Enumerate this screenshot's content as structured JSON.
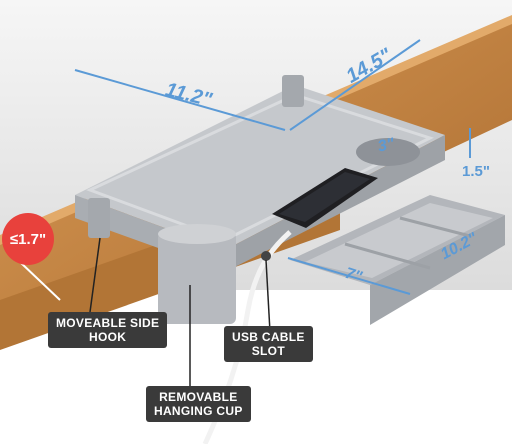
{
  "dimensions": {
    "width": "11.2\"",
    "depth": "14.5\"",
    "cup_hole": "3\"",
    "height": "1.5\"",
    "drawer_width": "7\"",
    "drawer_depth": "10.2\"",
    "gap": "≤1.7\""
  },
  "callouts": {
    "hook": {
      "line1": "MOVEABLE SIDE",
      "line2": "HOOK"
    },
    "usb": {
      "line1": "USB CABLE",
      "line2": "SLOT"
    },
    "cup": {
      "line1": "REMOVABLE",
      "line2": "HANGING CUP"
    }
  },
  "colors": {
    "dimension": "#5b9ad6",
    "badge": "#e8413c",
    "callout_bg": "#3a3a3a",
    "tray": "#b9bcc1",
    "wood": "#c98a48"
  }
}
